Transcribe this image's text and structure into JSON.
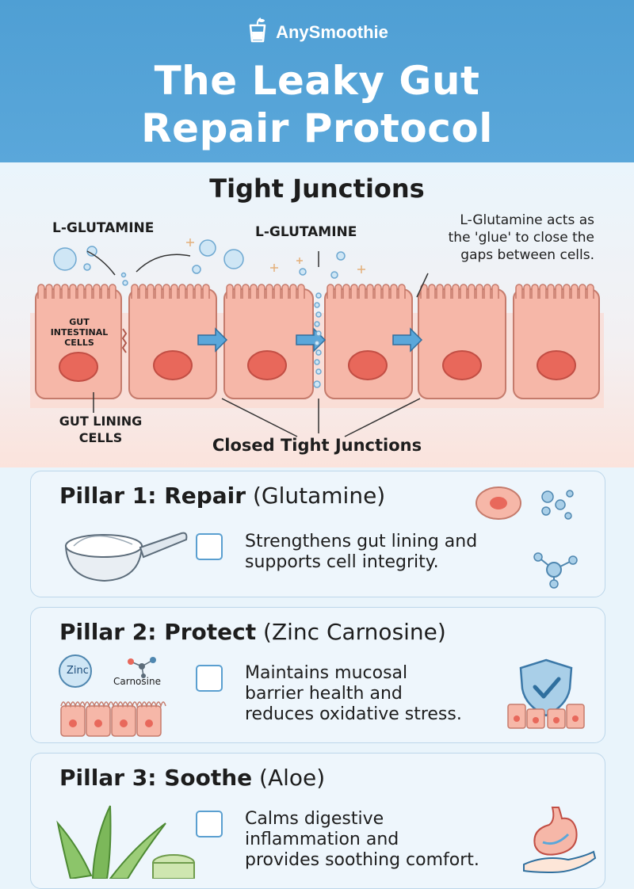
{
  "brand": {
    "name": "AnySmoothie"
  },
  "header": {
    "title_line1": "The Leaky Gut",
    "title_line2": "Repair Protocol"
  },
  "diagram": {
    "heading": "Tight Junctions",
    "label_glutamine_left": "L-GLUTAMINE",
    "label_glutamine_center": "L-GLUTAMINE",
    "note_line1": "L-Glutamine acts as",
    "note_line2": "the 'glue' to close the",
    "note_line3": "gaps between cells.",
    "cells_label_line1": "GUT",
    "cells_label_line2": "INTESTINAL",
    "cells_label_line3": "CELLS",
    "lining_label_line1": "GUT LINING",
    "lining_label_line2": "CELLS",
    "junctions_label": "Closed Tight Junctions"
  },
  "pillars": [
    {
      "title_bold": "Pillar 1: Repair",
      "title_rest": "(Glutamine)",
      "desc_line1": "Strengthens gut lining and",
      "desc_line2": "supports cell integrity.",
      "desc_line3": ""
    },
    {
      "title_bold": "Pillar 2: Protect",
      "title_rest": "(Zinc Carnosine)",
      "desc_line1": "Maintains mucosal",
      "desc_line2": "barrier health and",
      "desc_line3": "reduces oxidative stress.",
      "icon_zinc": "Zinc",
      "icon_carnosine": "Carnosine"
    },
    {
      "title_bold": "Pillar 3: Soothe",
      "title_rest": "(Aloe)",
      "desc_line1": "Calms digestive",
      "desc_line2": "inflammation and",
      "desc_line3": "provides soothing comfort."
    }
  ],
  "colors": {
    "header_blue": "#55a3d8",
    "cell_fill": "#f6b7a8",
    "nucleus": "#e8685b",
    "arrow_blue": "#5aa7da"
  },
  "icons": [
    "smoothie-cup-icon",
    "scoop-powder-icon",
    "cell-molecule-icon",
    "shield-check-icon",
    "aloe-leaf-icon",
    "stomach-hand-icon"
  ]
}
